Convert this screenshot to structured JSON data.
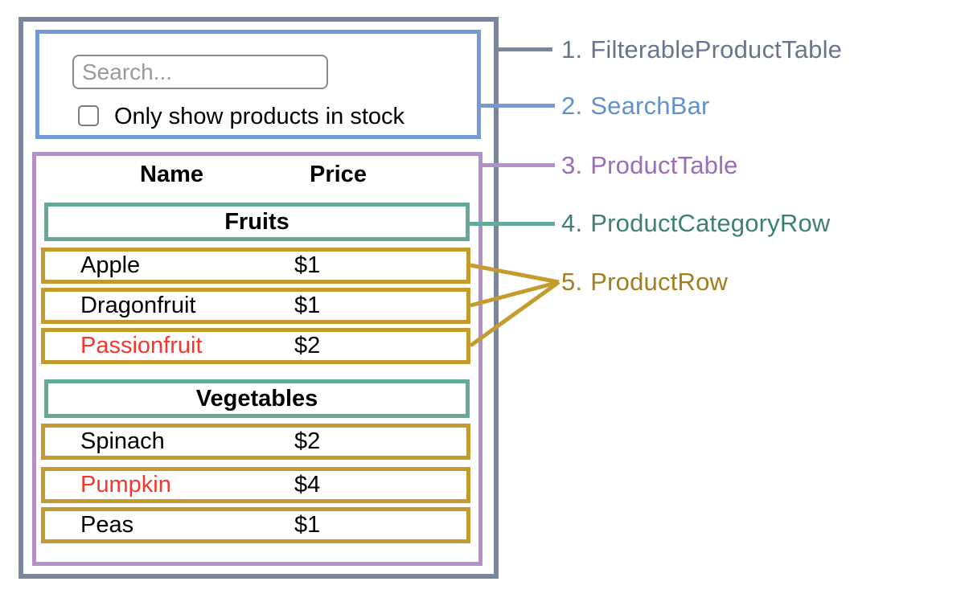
{
  "colors": {
    "gray-border": "#79869b",
    "gray-label": "#68758d",
    "blue-border": "#739ad2",
    "blue-label": "#6191ca",
    "purple-border": "#b38fcb",
    "purple-label": "#9c6cb7",
    "teal-border": "#65a99b",
    "teal-label": "#3e8173",
    "gold-border": "#c49b2e",
    "gold-label": "#a17f1d",
    "oos-red": "#f5372c",
    "input-border": "#8a8a8a",
    "placeholder": "#9a9a9a"
  },
  "search_bar": {
    "placeholder": "Search...",
    "checkbox_label": "Only show products in stock",
    "checkbox_checked": false
  },
  "product_table": {
    "headers": {
      "name": "Name",
      "price": "Price"
    },
    "sections": [
      {
        "category": "Fruits",
        "rows": [
          {
            "name": "Apple",
            "price": "$1",
            "out_of_stock": false
          },
          {
            "name": "Dragonfruit",
            "price": "$1",
            "out_of_stock": false
          },
          {
            "name": "Passionfruit",
            "price": "$2",
            "out_of_stock": true
          }
        ]
      },
      {
        "category": "Vegetables",
        "rows": [
          {
            "name": "Spinach",
            "price": "$2",
            "out_of_stock": false
          },
          {
            "name": "Pumpkin",
            "price": "$4",
            "out_of_stock": true
          },
          {
            "name": "Peas",
            "price": "$1",
            "out_of_stock": false
          }
        ]
      }
    ]
  },
  "legend": {
    "items": [
      {
        "number": "1.",
        "label": "FilterableProductTable"
      },
      {
        "number": "2.",
        "label": "SearchBar"
      },
      {
        "number": "3.",
        "label": "ProductTable"
      },
      {
        "number": "4.",
        "label": "ProductCategoryRow"
      },
      {
        "number": "5.",
        "label": "ProductRow"
      }
    ]
  }
}
